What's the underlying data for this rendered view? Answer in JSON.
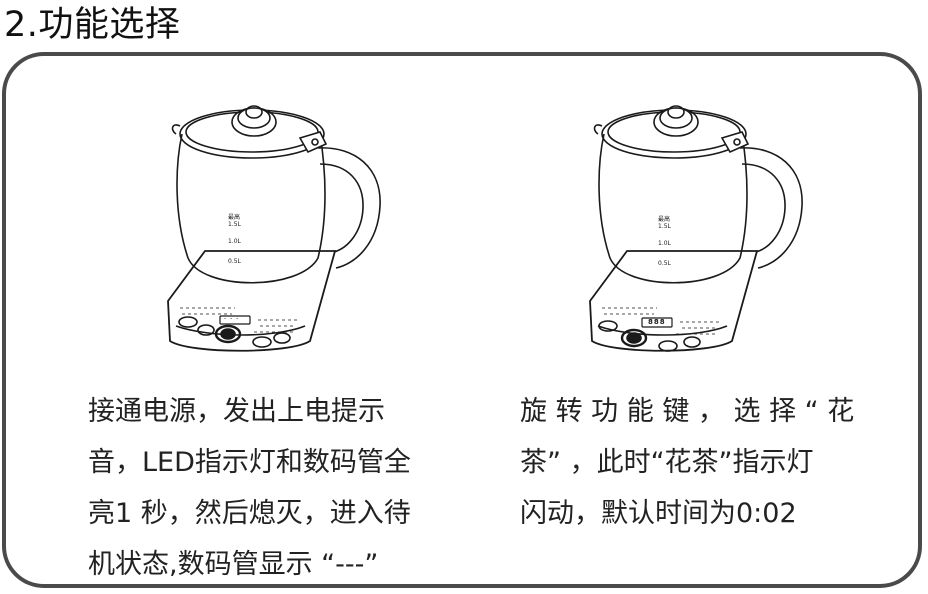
{
  "section": {
    "title": "2.功能选择"
  },
  "left_panel": {
    "kettle": {
      "level_top": "最高 1.5L",
      "level_mid": "1.0L",
      "level_low": "0.5L",
      "display": "- - -"
    },
    "caption_lines": [
      "接通电源，发出上电提示",
      "音，LED指示灯和数码管全",
      "亮1 秒，然后熄灭，进入待",
      "机状态,数码管显示 “---”"
    ]
  },
  "right_panel": {
    "kettle": {
      "level_top": "最高 1.5L",
      "level_mid": "1.0L",
      "level_low": "0.5L",
      "display": "888"
    },
    "caption_lines": [
      "旋 转 功 能 键 ， 选 择 “ 花",
      "茶” ，此时“花茶”指示灯",
      "闪动，默认时间为0:02"
    ]
  }
}
